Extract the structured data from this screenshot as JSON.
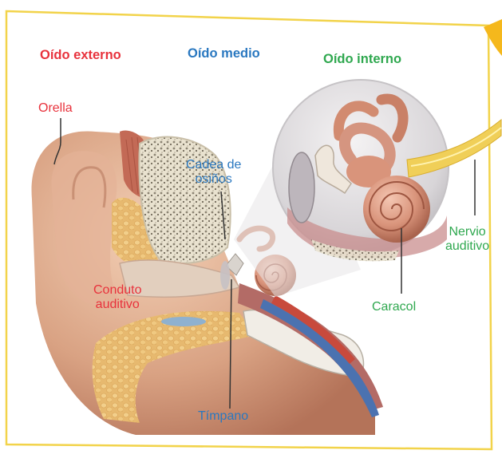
{
  "headers": {
    "outer": "Oído externo",
    "middle": "Oído medio",
    "inner": "Oído interno"
  },
  "labels": {
    "pinna": "Orella",
    "ossicles_line1": "Cadea de",
    "ossicles_line2": "osiños",
    "ear_canal_line1": "Conduto",
    "ear_canal_line2": "auditivo",
    "eardrum": "Tímpano",
    "cochlea": "Caracol",
    "auditory_nerve_line1": "Nervio",
    "auditory_nerve_line2": "auditivo"
  },
  "colors": {
    "outer": "#e8323c",
    "middle": "#2a78c0",
    "inner": "#2fa84f",
    "frame": "#f2d34a",
    "leader": "#333333"
  }
}
